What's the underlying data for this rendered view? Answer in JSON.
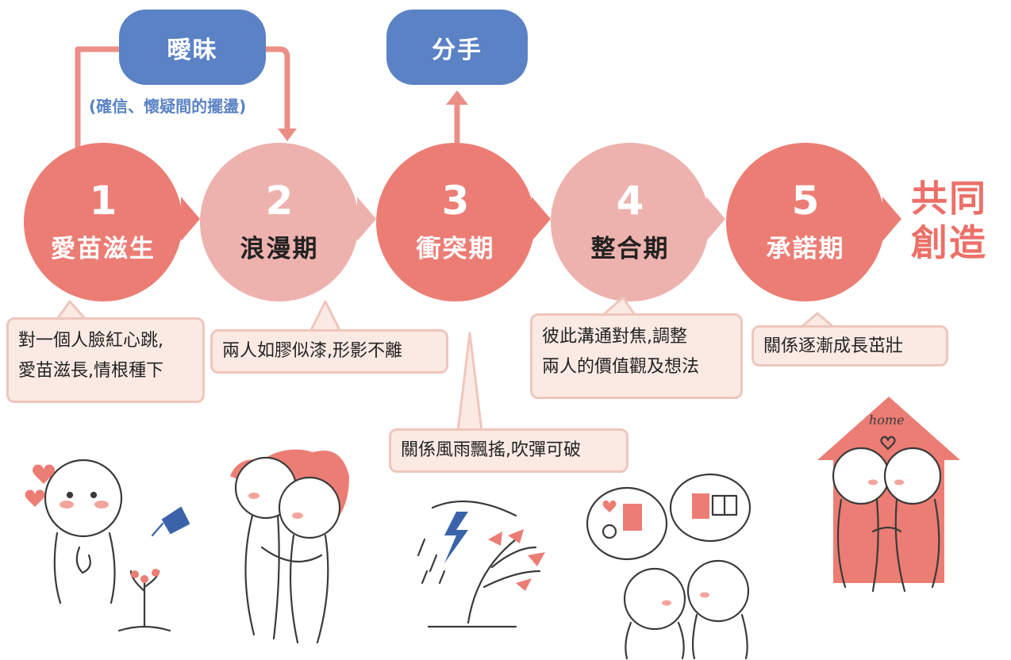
{
  "colors": {
    "deep": "#ec7d74",
    "pale": "#eeb2ae",
    "blue": "#5a82c4",
    "box_bg": "#fbeae3",
    "box_border": "#efc6bc"
  },
  "branches": {
    "ambiguous": {
      "label": "曖昧",
      "note": "(確信、懷疑間的擺盪)"
    },
    "breakup": {
      "label": "分手"
    }
  },
  "stages": [
    {
      "number": "1",
      "name": "愛苗滋生",
      "style": "deep"
    },
    {
      "number": "2",
      "name": "浪漫期",
      "style": "pale"
    },
    {
      "number": "3",
      "name": "衝突期",
      "style": "deep"
    },
    {
      "number": "4",
      "name": "整合期",
      "style": "pale"
    },
    {
      "number": "5",
      "name": "承諾期",
      "style": "deep"
    }
  ],
  "final": {
    "line1": "共同",
    "line2": "創造"
  },
  "descriptions": [
    {
      "line1": "對一個人臉紅心跳,",
      "line2": "愛苗滋長,情根種下"
    },
    {
      "line1": "兩人如膠似漆,形影不離"
    },
    {
      "line1": "關係風雨飄搖,吹彈可破"
    },
    {
      "line1": "彼此溝通對焦,調整",
      "line2": "兩人的價值觀及想法"
    },
    {
      "line1": "關係逐漸成長茁壯"
    }
  ],
  "illustrations": {
    "home_label": "home",
    "icons": [
      "blushing-person",
      "watering-can",
      "sprout",
      "hugging-couple",
      "lightning-icon",
      "storm-tree",
      "thought-bubbles",
      "talking-couple",
      "house-couple"
    ]
  }
}
